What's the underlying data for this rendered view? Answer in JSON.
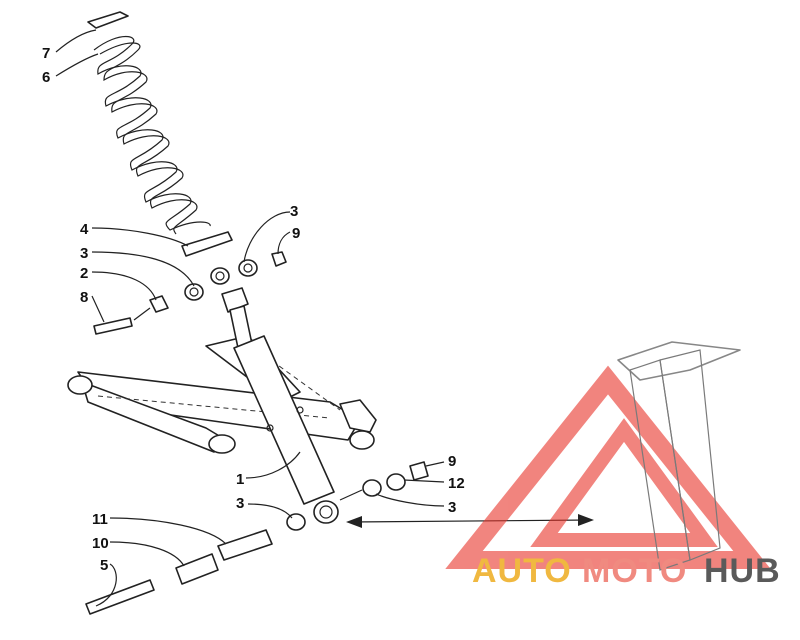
{
  "diagram": {
    "callouts": [
      {
        "id": "c7",
        "label": "7"
      },
      {
        "id": "c6",
        "label": "6"
      },
      {
        "id": "c4",
        "label": "4"
      },
      {
        "id": "c3a",
        "label": "3"
      },
      {
        "id": "c3b",
        "label": "3"
      },
      {
        "id": "c9a",
        "label": "9"
      },
      {
        "id": "c2",
        "label": "2"
      },
      {
        "id": "c8",
        "label": "8"
      },
      {
        "id": "c1",
        "label": "1"
      },
      {
        "id": "c3c",
        "label": "3"
      },
      {
        "id": "c9b",
        "label": "9"
      },
      {
        "id": "c12",
        "label": "12"
      },
      {
        "id": "c3d",
        "label": "3"
      },
      {
        "id": "c11",
        "label": "11"
      },
      {
        "id": "c10",
        "label": "10"
      },
      {
        "id": "c5",
        "label": "5"
      }
    ]
  },
  "watermark": {
    "part1": "AUTO",
    "part2": "MOTO",
    "part3": "HUB",
    "color_primary": "#f0b840",
    "color_secondary": "#f08a80",
    "color_dark": "#5a5a5a",
    "triangle_color": "#e8332a"
  }
}
